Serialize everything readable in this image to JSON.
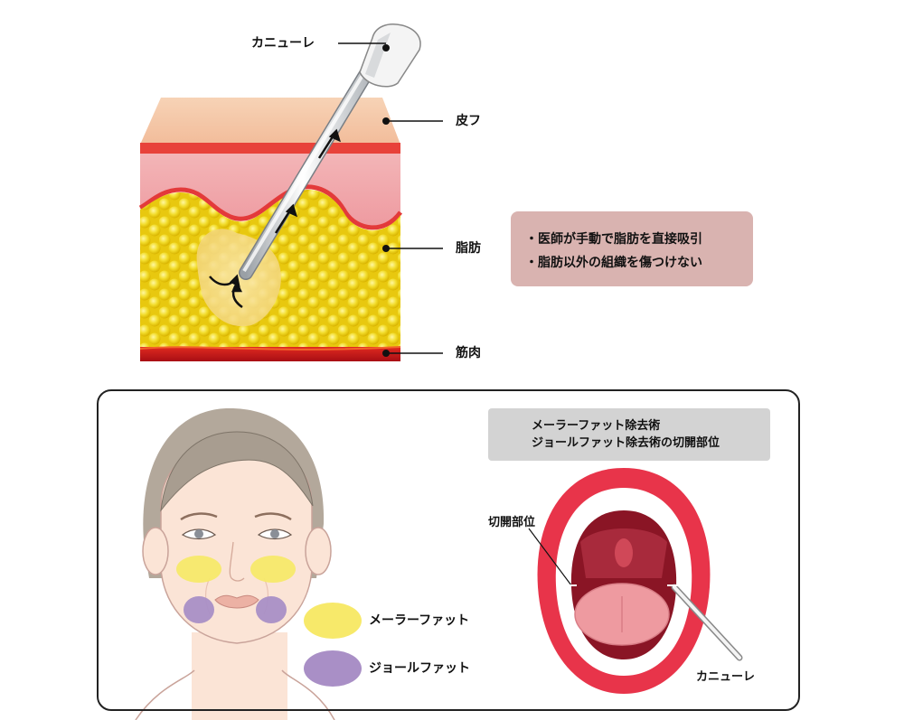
{
  "skin_diagram": {
    "labels": {
      "cannula": "カニューレ",
      "skin": "皮フ",
      "fat": "脂肪",
      "muscle": "筋肉"
    },
    "notes": [
      "・医師が手動で脂肪を直接吸引",
      "・脂肪以外の組織を傷つけない"
    ],
    "colors": {
      "skin_top": "#f4c8a8",
      "dermis": "#f0a4a8",
      "fat": "#f2dc2a",
      "muscle": "#c8161c",
      "note_bg": "#d9b3b0"
    }
  },
  "face_panel": {
    "legend": [
      {
        "label": "メーラーファット",
        "color": "#f7e96a"
      },
      {
        "label": "ジョールファット",
        "color": "#a98fc6"
      }
    ]
  },
  "mouth_panel": {
    "title_lines": [
      "メーラーファット除去術",
      "ジョールファット除去術の切開部位"
    ],
    "incision_label": "切開部位",
    "cannula_label": "カニューレ"
  }
}
